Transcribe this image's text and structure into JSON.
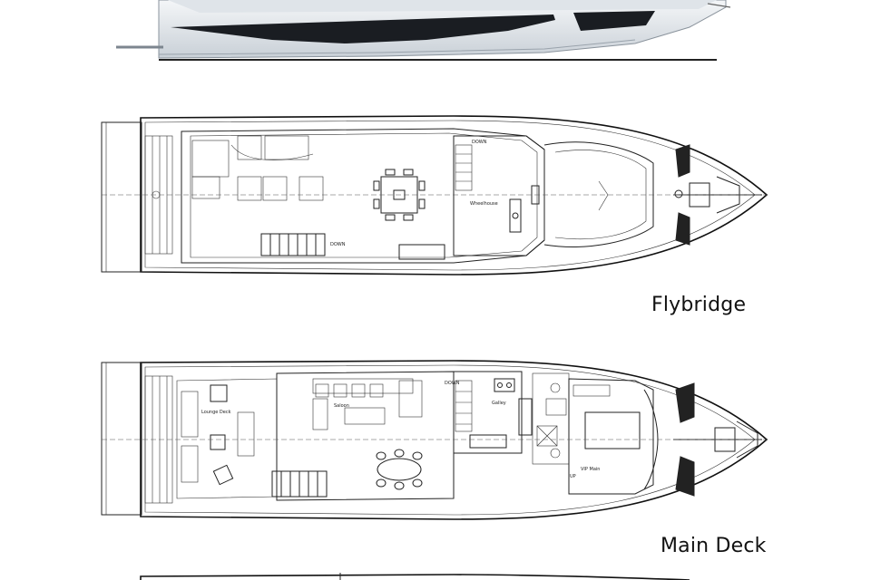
{
  "labels": {
    "flybridge": "Flybridge",
    "main_deck": "Main Deck"
  },
  "plan_text": {
    "down_1": "DOWN",
    "down_2": "DOWN",
    "down_3": "DOWN",
    "wheelhouse": "Wheelhouse",
    "lounge_deck": "Lounge Deck",
    "saloon": "Saloon",
    "galley": "Galley",
    "vip_main": "VIP Main",
    "up": "UP"
  },
  "colors": {
    "hull_light": "#e9edf1",
    "hull_shade": "#c5ccd3",
    "window_dark": "#1a1d22",
    "line": "#222222"
  }
}
